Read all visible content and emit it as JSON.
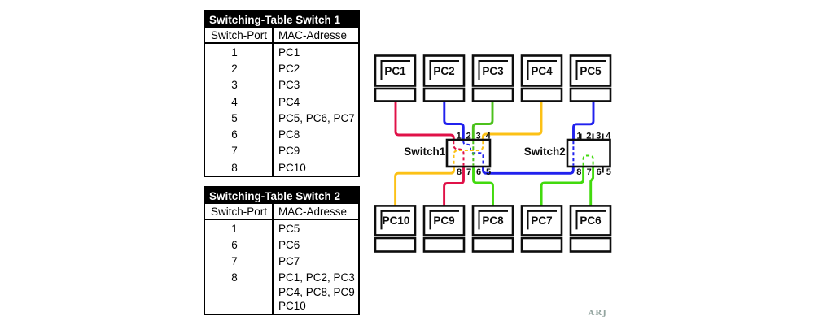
{
  "colors": {
    "ink": "#0d0d0d",
    "table_header_bg": "#000000",
    "table_header_text": "#ffffff",
    "cable_red": "#e01148",
    "cable_blue": "#2121ee",
    "cable_green": "#4cc11c",
    "cable_green_bright": "#42da0e",
    "cable_orange": "#fcc116",
    "watermark_gray": "#94a5a0"
  },
  "tables": [
    {
      "title": "Switching-Table Switch 1",
      "columns": {
        "port": "Switch-Port",
        "mac": "MAC-Adresse"
      },
      "rows": [
        {
          "port": "1",
          "mac": "PC1"
        },
        {
          "port": "2",
          "mac": "PC2"
        },
        {
          "port": "3",
          "mac": "PC3"
        },
        {
          "port": "4",
          "mac": "PC4"
        },
        {
          "port": "5",
          "mac": "PC5, PC6, PC7"
        },
        {
          "port": "6",
          "mac": "PC8"
        },
        {
          "port": "7",
          "mac": "PC9"
        },
        {
          "port": "8",
          "mac": "PC10"
        }
      ]
    },
    {
      "title": "Switching-Table Switch 2",
      "columns": {
        "port": "Switch-Port",
        "mac": "MAC-Adresse"
      },
      "rows": [
        {
          "port": "1",
          "mac": "PC5"
        },
        {
          "port": "6",
          "mac": "PC6"
        },
        {
          "port": "7",
          "mac": "PC7"
        },
        {
          "port": "8",
          "mac": "PC1, PC2, PC3\nPC4, PC8, PC9\nPC10"
        }
      ]
    }
  ],
  "diagram": {
    "pcs_top": [
      "PC1",
      "PC2",
      "PC3",
      "PC4",
      "PC5"
    ],
    "pcs_bottom": [
      "PC10",
      "PC9",
      "PC8",
      "PC7",
      "PC6"
    ],
    "switch1": {
      "label": "Switch1",
      "ports_top": [
        "1",
        "2",
        "3",
        "4"
      ],
      "ports_bottom": [
        "8",
        "7",
        "6",
        "5"
      ]
    },
    "switch2": {
      "label": "Switch2",
      "ports_top": [
        "1",
        "2",
        "3",
        "4"
      ],
      "ports_bottom": [
        "8",
        "7",
        "6",
        "5"
      ]
    }
  },
  "watermark": "ARJ"
}
